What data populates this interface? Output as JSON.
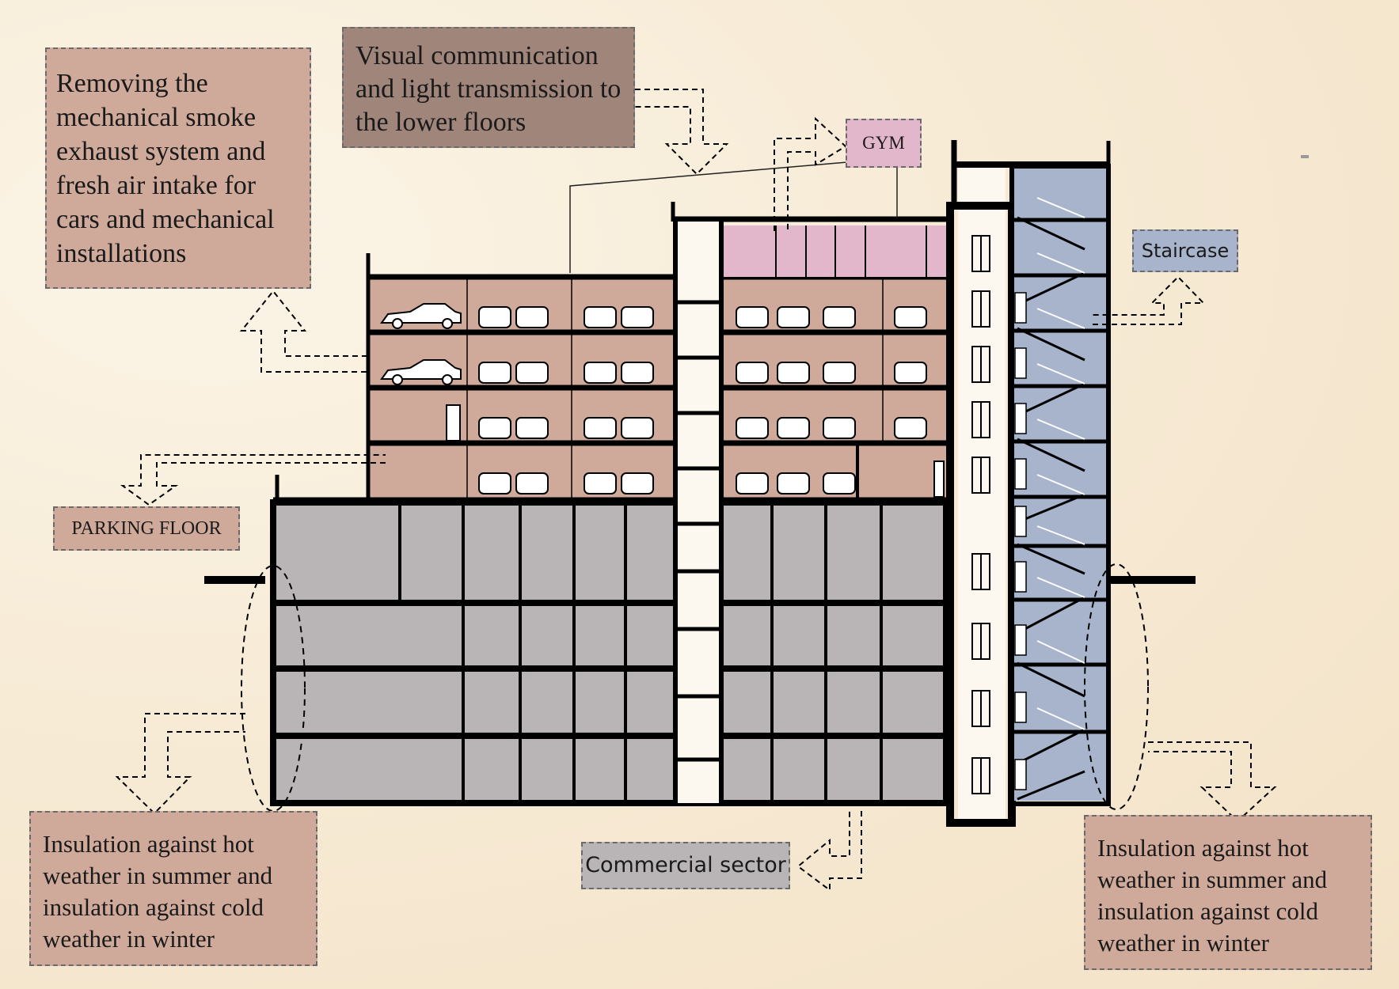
{
  "labels": {
    "smoke": "Removing the mechanical smoke exhaust system and fresh air intake for cars and mechanical installations",
    "visual": "Visual communication and light transmission to the lower floors",
    "gym": "GYM",
    "staircase": "Staircase",
    "parking": "PARKING FLOOR",
    "commercial": "Commercial sector",
    "insulation_left": "Insulation against hot weather in summer and insulation against cold weather in winter",
    "insulation_right": "Insulation against hot weather in summer and insulation against cold weather in winter"
  },
  "colors": {
    "parking": "#cfaa9a",
    "commercial": "#b9b5b6",
    "gym": "#e2b6cb",
    "staircase": "#a7b4cc",
    "dark_label": "#a0857a"
  }
}
